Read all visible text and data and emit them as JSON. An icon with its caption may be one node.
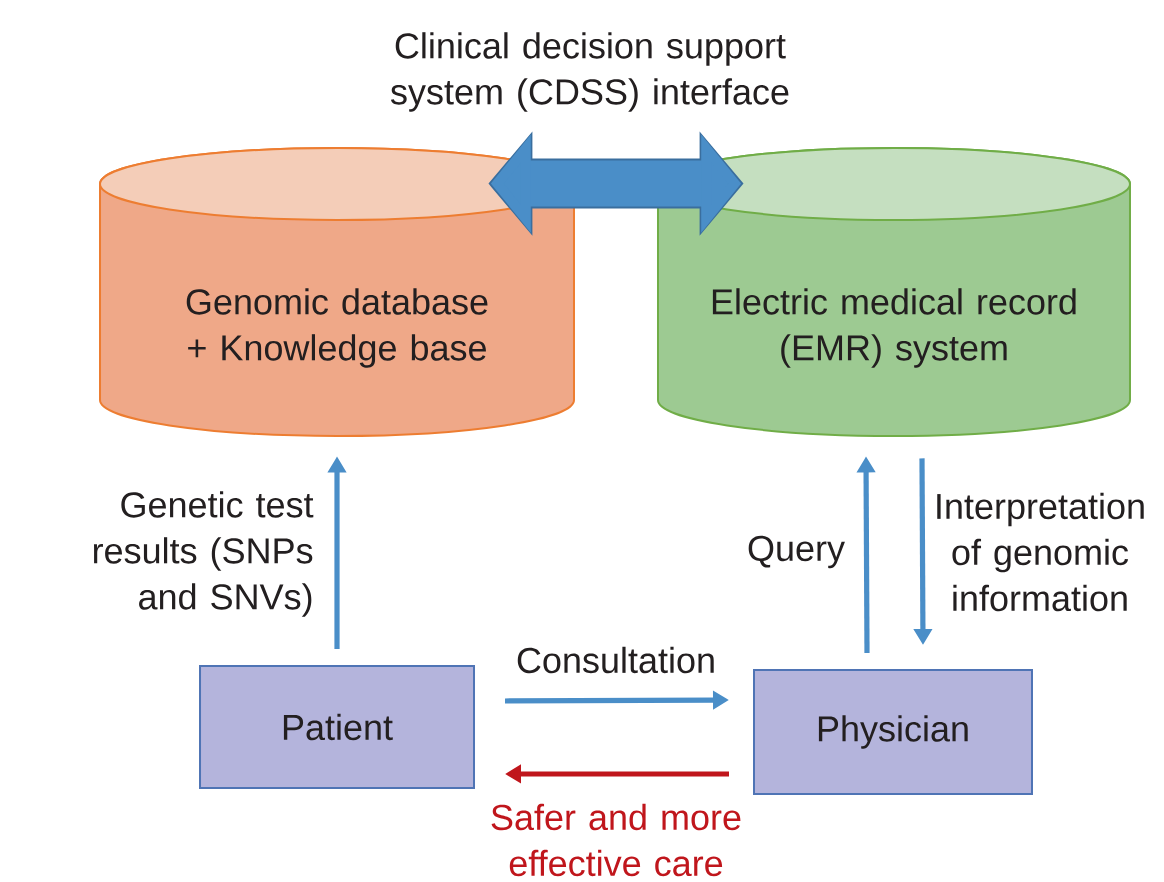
{
  "diagram": {
    "nodes": [
      {
        "text": [
          "Genomic database + Knowledge base"
        ]
      },
      {
        "text": [
          "Electric medical record (EMR) system"
        ]
      },
      {
        "text": [
          "Patient"
        ]
      },
      {
        "text": [
          "Physician"
        ]
      }
    ],
    "edges": [
      {
        "from": 0,
        "to": 1,
        "arrow": "both",
        "label": "Clinical decision support system (CDSS) interface",
        "style": "thick"
      },
      {
        "from": 2,
        "to": 0,
        "arrow": "to",
        "label": "Genetic test results (SNPs and SNVs)"
      },
      {
        "from": 3,
        "to": 1,
        "arrow": "to",
        "label": "Query"
      },
      {
        "from": 1,
        "to": 3,
        "arrow": "to",
        "label": "Interpretation of genomic information"
      },
      {
        "from": 2,
        "to": 3,
        "arrow": "to",
        "label": "Consultation"
      },
      {
        "from": 3,
        "to": 2,
        "arrow": "to",
        "label": "Safer and more effective care",
        "color": "#c0161c"
      }
    ]
  }
}
